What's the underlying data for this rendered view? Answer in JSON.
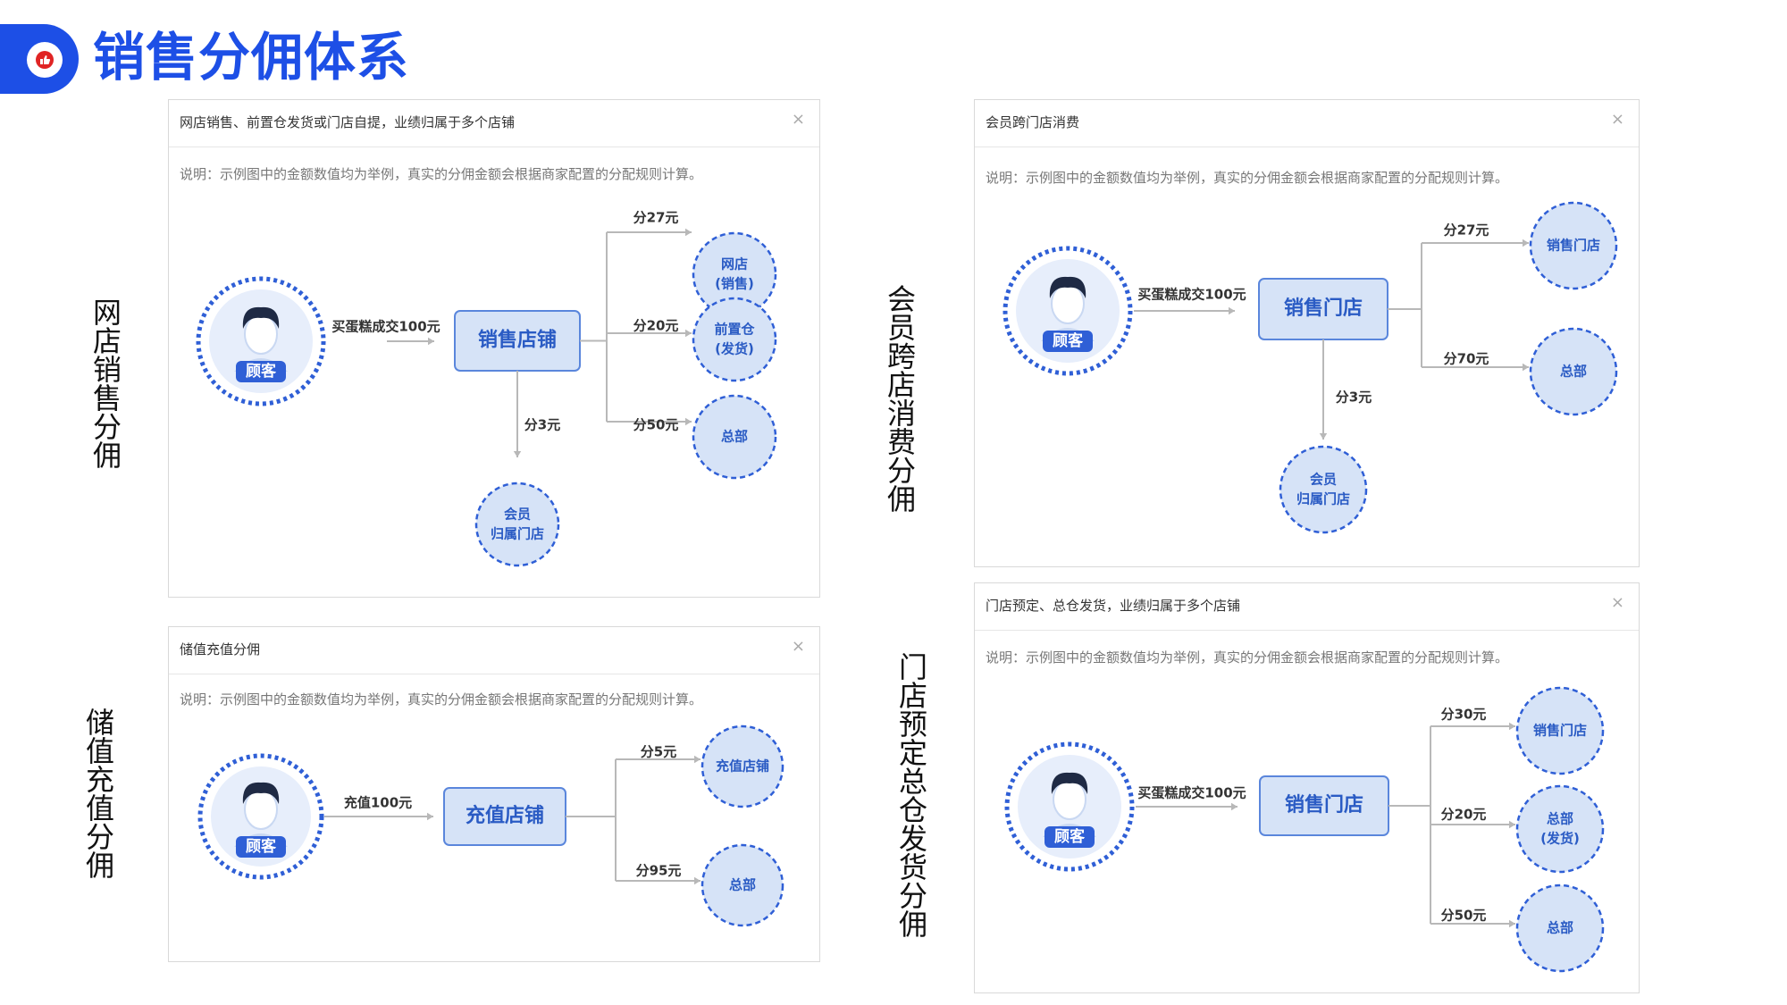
{
  "page": {
    "title": "销售分佣体系"
  },
  "colors": {
    "accent": "#1d4fe6",
    "node_fill": "#d6e3f7",
    "node_border": "#2f5fd6",
    "node_text": "#2a5bc4"
  },
  "icons": {
    "title_icon": "thumbs-up-icon",
    "avatar": "customer-avatar-icon"
  },
  "sections": [
    {
      "label": "网店销售分佣",
      "card_title": "网店销售、前置仓发货或门店自提，业绩归属于多个店铺",
      "note": "说明：示例图中的金额数值均为举例，真实的分佣金额会根据商家配置的分配规则计算。",
      "customer": "顾客",
      "action": "买蛋糕成交100元",
      "center": "销售店铺",
      "down_label": "分3元",
      "down_node": [
        "会员",
        "归属门店"
      ],
      "branches": [
        {
          "label": "分27元",
          "node": [
            "网店",
            "(销售)"
          ]
        },
        {
          "label": "分20元",
          "node": [
            "前置仓",
            "(发货)"
          ]
        },
        {
          "label": "分50元",
          "node": [
            "总部"
          ]
        }
      ]
    },
    {
      "label": "会员跨店消费分佣",
      "card_title": "会员跨门店消费",
      "note": "说明：示例图中的金额数值均为举例，真实的分佣金额会根据商家配置的分配规则计算。",
      "customer": "顾客",
      "action": "买蛋糕成交100元",
      "center": "销售门店",
      "down_label": "分3元",
      "down_node": [
        "会员",
        "归属门店"
      ],
      "branches": [
        {
          "label": "分27元",
          "node": [
            "销售门店"
          ]
        },
        {
          "label": "分70元",
          "node": [
            "总部"
          ]
        }
      ]
    },
    {
      "label": "储值充值分佣",
      "card_title": "储值充值分佣",
      "note": "说明：示例图中的金额数值均为举例，真实的分佣金额会根据商家配置的分配规则计算。",
      "customer": "顾客",
      "action": "充值100元",
      "center": "充值店铺",
      "branches": [
        {
          "label": "分5元",
          "node": [
            "充值店铺"
          ]
        },
        {
          "label": "分95元",
          "node": [
            "总部"
          ]
        }
      ]
    },
    {
      "label": "门店预定总仓发货分佣",
      "card_title": "门店预定、总仓发货，业绩归属于多个店铺",
      "note": "说明：示例图中的金额数值均为举例，真实的分佣金额会根据商家配置的分配规则计算。",
      "customer": "顾客",
      "action": "买蛋糕成交100元",
      "center": "销售门店",
      "branches": [
        {
          "label": "分30元",
          "node": [
            "销售门店"
          ]
        },
        {
          "label": "分20元",
          "node": [
            "总部",
            "(发货)"
          ]
        },
        {
          "label": "分50元",
          "node": [
            "总部"
          ]
        }
      ]
    }
  ]
}
